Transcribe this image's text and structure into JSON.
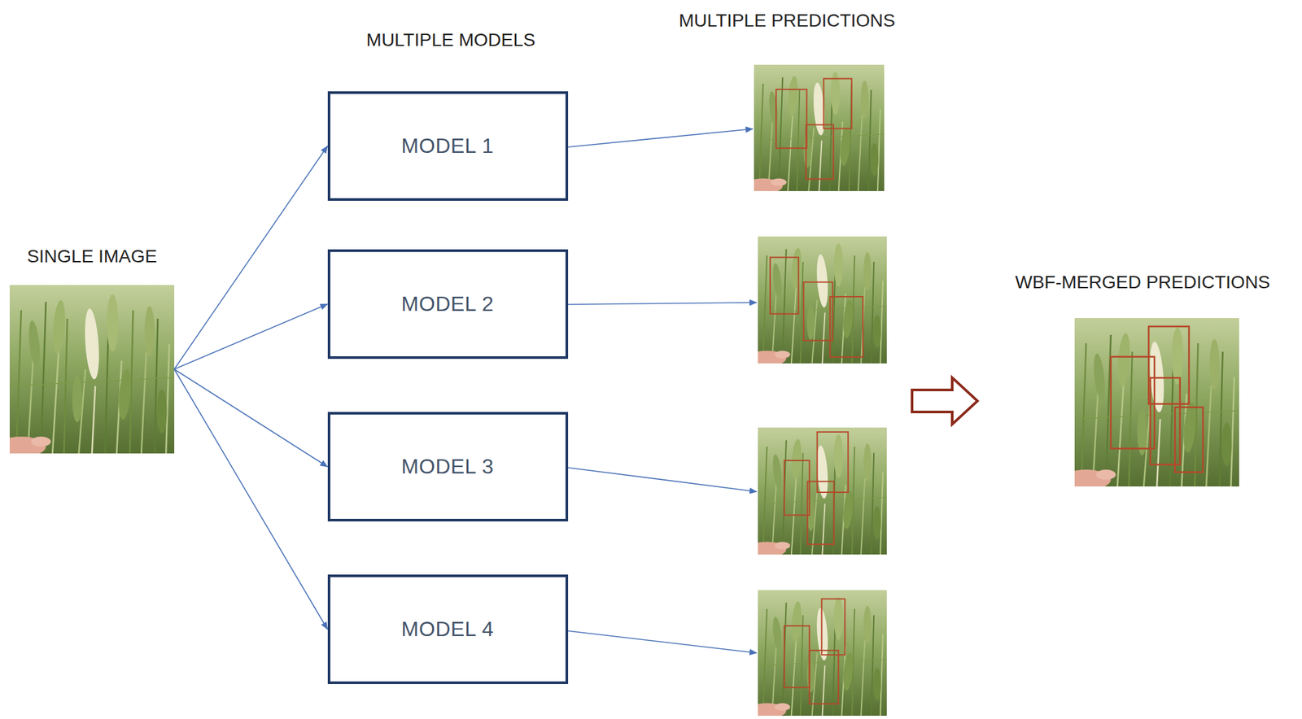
{
  "diagram": {
    "nodes": [
      {
        "text": [
          "SINGLE IMAGE"
        ]
      },
      {
        "text": [
          "MODEL 1"
        ]
      },
      {
        "text": [
          "MODEL 2"
        ]
      },
      {
        "text": [
          "MODEL 3"
        ]
      },
      {
        "text": [
          "MODEL 4"
        ]
      },
      {
        "text": [
          "WBF-MERGED PREDICTIONS"
        ]
      }
    ],
    "edges": [
      {
        "from": 0,
        "to": 1,
        "arrow": "to"
      },
      {
        "from": 0,
        "to": 2,
        "arrow": "to"
      },
      {
        "from": 0,
        "to": 3,
        "arrow": "to"
      },
      {
        "from": 0,
        "to": 4,
        "arrow": "to"
      }
    ],
    "labels": [
      "MULTIPLE MODELS",
      "MULTIPLE PREDICTIONS"
    ]
  }
}
